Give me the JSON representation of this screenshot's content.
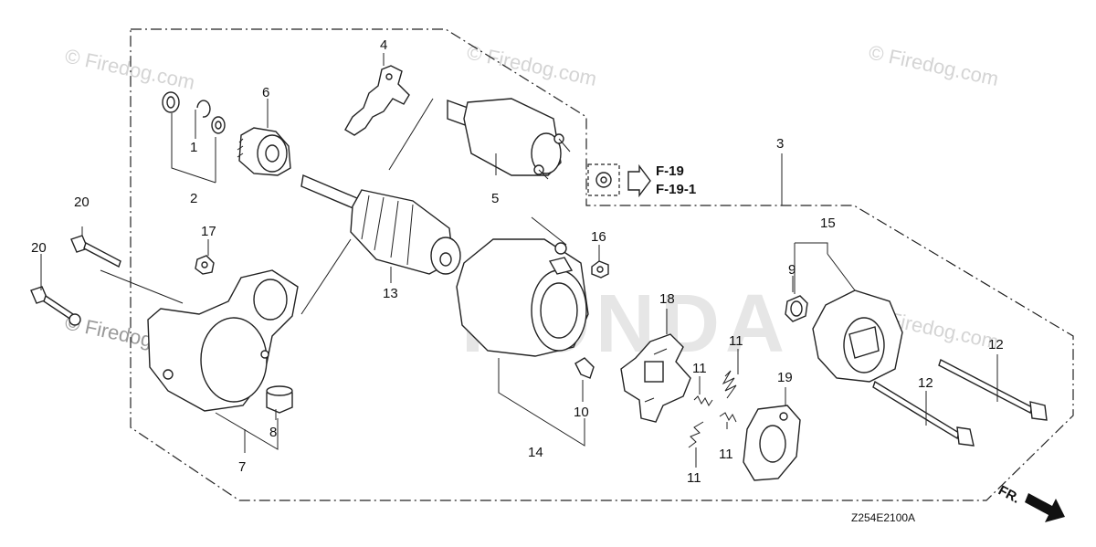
{
  "diagram": {
    "watermarks": [
      "© Firedog.com",
      "© Firedog.com",
      "© Firedog.com",
      "© Firedog.com",
      "© Firedog.com"
    ],
    "brand_watermark": "HONDA",
    "part_callouts": {
      "c1": "1",
      "c2": "2",
      "c3": "3",
      "c4": "4",
      "c5": "5",
      "c6": "6",
      "c7": "7",
      "c8": "8",
      "c9": "9",
      "c10": "10",
      "c11a": "11",
      "c11b": "11",
      "c11c": "11",
      "c11d": "11",
      "c12a": "12",
      "c12b": "12",
      "c13": "13",
      "c14": "14",
      "c15": "15",
      "c16": "16",
      "c17": "17",
      "c18": "18",
      "c19": "19",
      "c20a": "20",
      "c20b": "20"
    },
    "references": [
      "F-19",
      "F-19-1"
    ],
    "diagram_code": "Z254E2100A",
    "front_marker": "FR."
  },
  "colors": {
    "ink": "#222222",
    "watermark": "#d4d4d4",
    "brand_watermark": "#e6e6e6",
    "background": "#ffffff"
  }
}
